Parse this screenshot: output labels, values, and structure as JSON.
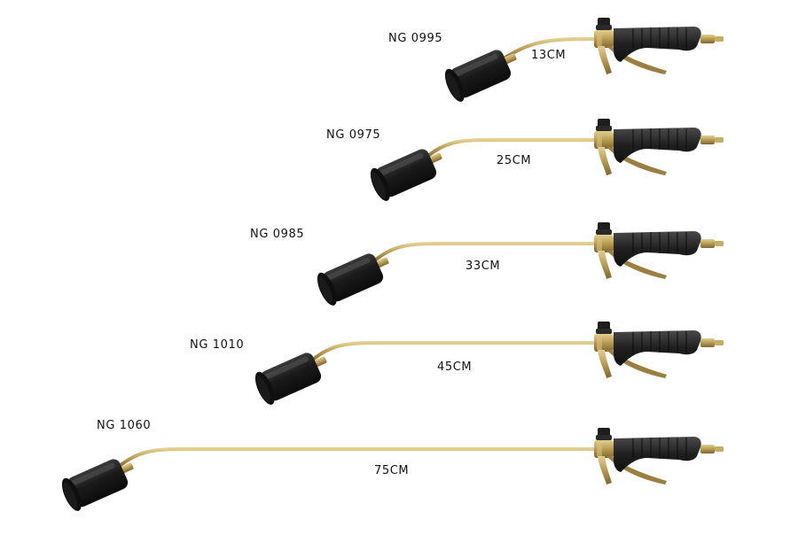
{
  "torches": [
    {
      "model": "NG 0995",
      "length": "13CM"
    },
    {
      "model": "NG 0975",
      "length": "25CM"
    },
    {
      "model": "NG 0985",
      "length": "33CM"
    },
    {
      "model": "NG 1010",
      "length": "45CM"
    },
    {
      "model": "NG 1060",
      "length": "75CM"
    }
  ],
  "colors": {
    "background": "#ffffff",
    "burner": "#1c1c1c",
    "brass": "#b89b52",
    "grip": "#222222",
    "text": "#111111"
  }
}
